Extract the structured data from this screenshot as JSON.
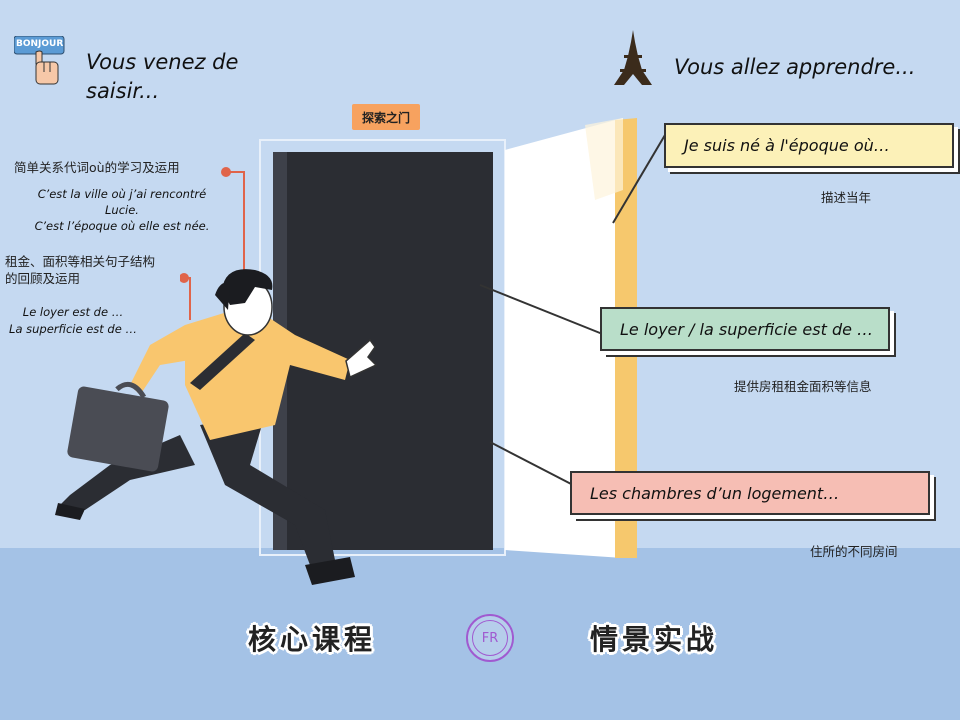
{
  "header": {
    "left_title": "Vous venez de saisir...",
    "right_title": "Vous allez apprendre...",
    "bubble_text": "BONJOUR",
    "door_tag": "探索之门"
  },
  "left_notes": {
    "grammar_cn": "简单关系代词où的学习及运用",
    "ex1_line1": "C’est la ville où j’ai rencontré",
    "ex1_line2": "Lucie.",
    "ex1_line3": "C’est l’époque où elle est née.",
    "rent_cn_line1": "租金、面积等相关句子结构",
    "rent_cn_line2": "的回顾及运用",
    "ex2_line1": "Le loyer est de …",
    "ex2_line2": "La superficie est de …"
  },
  "right_boxes": [
    {
      "text": "Je suis né à l'époque où…",
      "caption": "描述当年",
      "color": "#fcf1b8"
    },
    {
      "text": "Le loyer / la superficie est de …",
      "caption": "提供房租租金面积等信息",
      "color": "#b9dec9"
    },
    {
      "text": "Les chambres d’un logement…",
      "caption": "住所的不同房间",
      "color": "#f6beb4"
    }
  ],
  "bottom": {
    "left_label": "核心课程",
    "center_logo": "FR",
    "right_label": "情景实战"
  }
}
